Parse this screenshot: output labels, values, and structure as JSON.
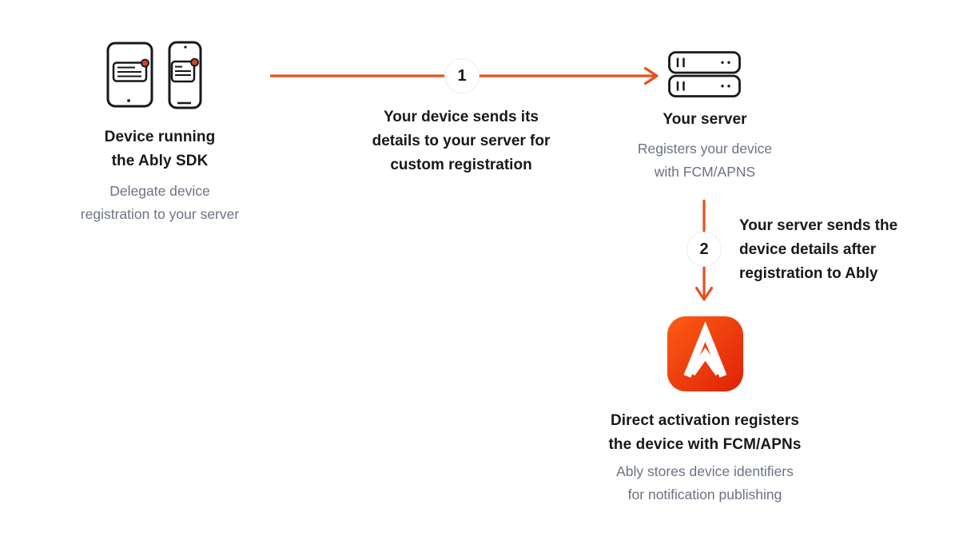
{
  "diagram": {
    "nodes": {
      "device": {
        "icon": "device-tablet-phone-icon",
        "title_lines": [
          "Device running",
          "the Ably SDK"
        ],
        "subtitle_lines": [
          "Delegate device",
          "registration to your server"
        ]
      },
      "server": {
        "icon": "server-stack-icon",
        "title_lines": [
          "Your server"
        ],
        "subtitle_lines": [
          "Registers your device",
          "with FCM/APNS"
        ]
      },
      "ably": {
        "icon": "ably-logo-icon",
        "title_lines": [
          "Direct activation registers",
          "the device with FCM/APNs"
        ],
        "subtitle_lines": [
          "Ably stores device identifiers",
          "for notification publishing"
        ]
      }
    },
    "steps": [
      {
        "number": "1",
        "direction": "horizontal",
        "label_lines": [
          "Your device sends its",
          "details to your server for",
          "custom registration"
        ]
      },
      {
        "number": "2",
        "direction": "vertical",
        "label_lines": [
          "Your server sends the",
          "device details after",
          "registration to Ably"
        ]
      }
    ],
    "colors": {
      "arrow": "#E8501F",
      "title_text": "#17181C",
      "subtitle_text": "#6B7380",
      "badge": "#CD4232",
      "ably_gradient_start": "#FB5D13",
      "ably_gradient_end": "#E02109",
      "step_circle_border": "#ECECEC",
      "background": "#FFFFFF"
    }
  }
}
